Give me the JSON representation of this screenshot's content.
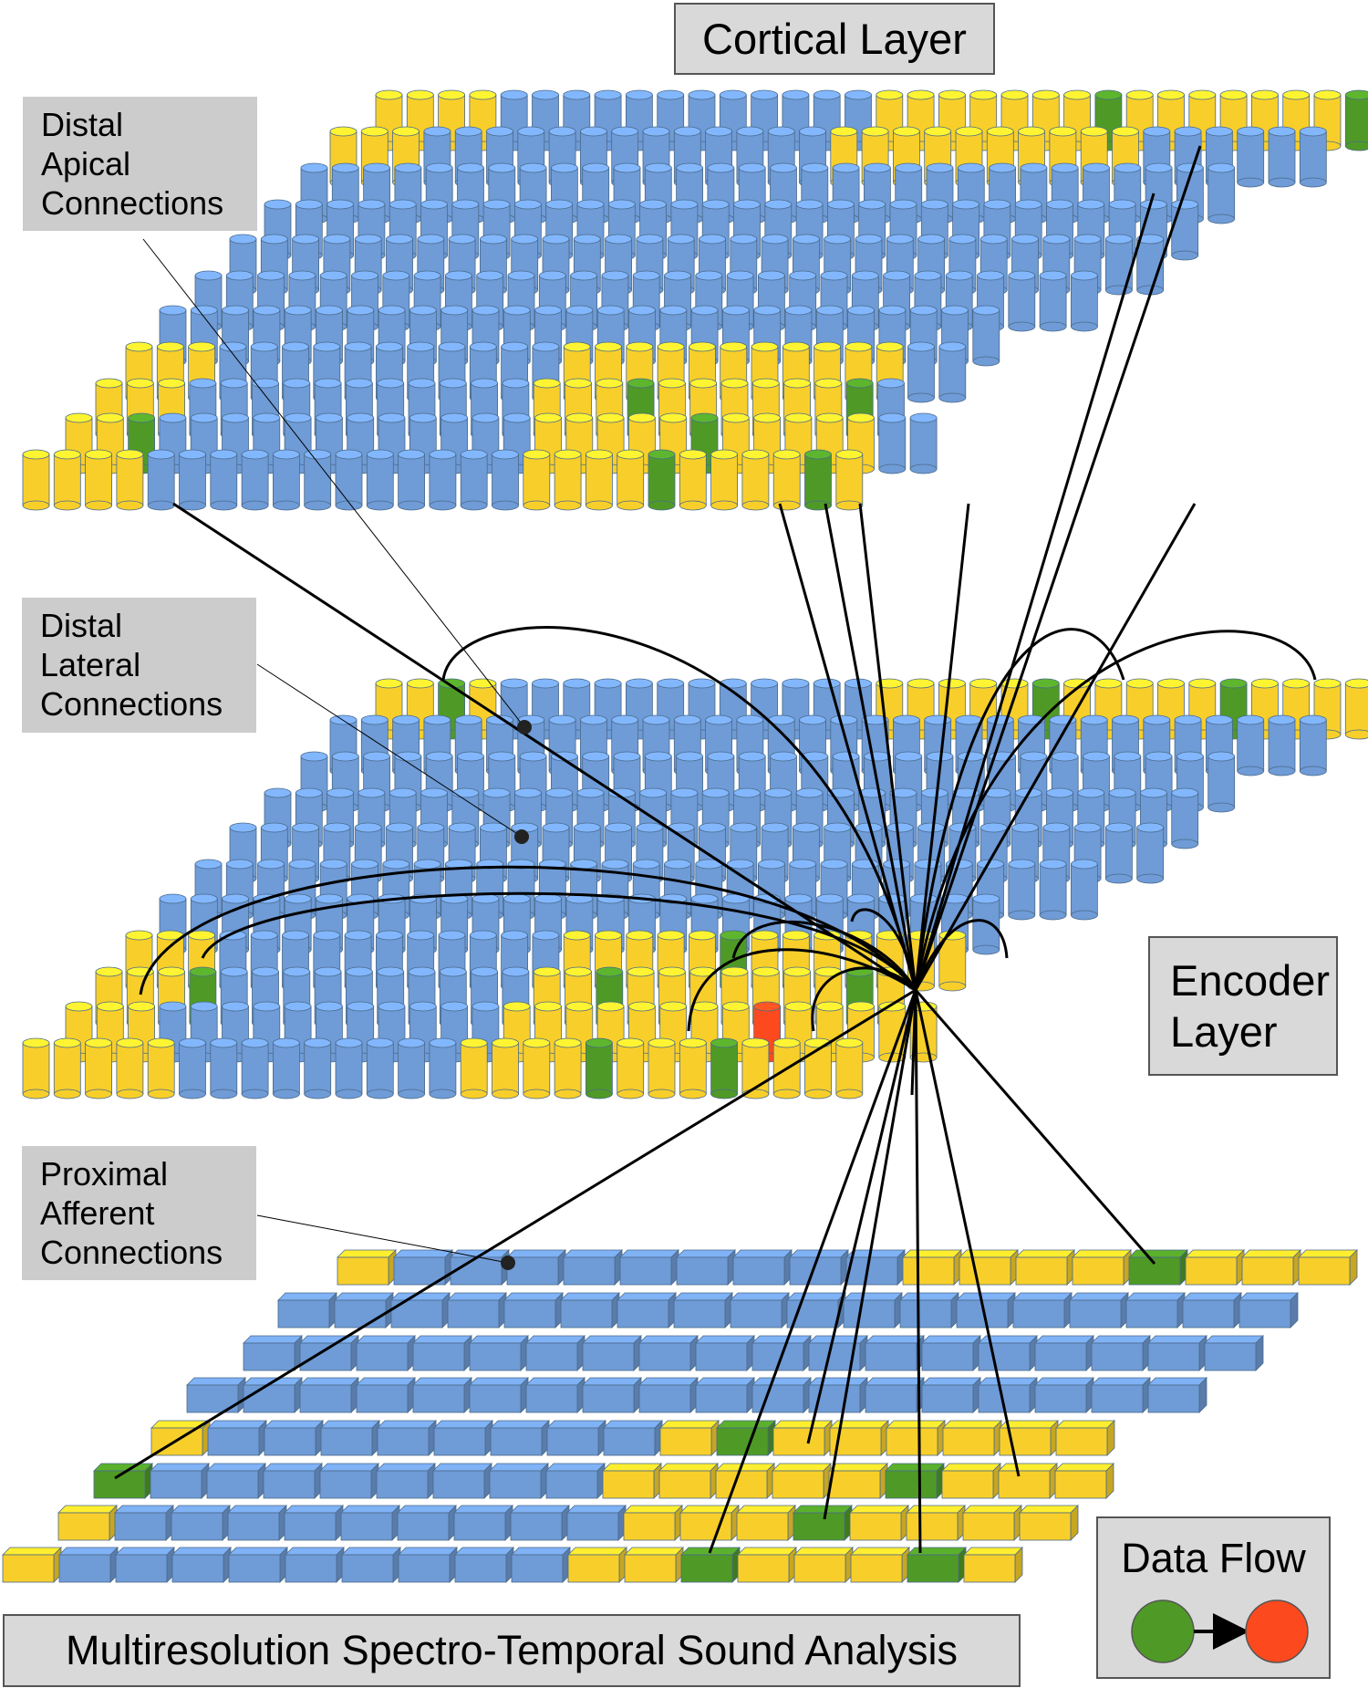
{
  "titles": {
    "cortical": "Cortical Layer",
    "encoder": [
      "Encoder",
      "Layer"
    ],
    "sound": "Multiresolution Spectro-Temporal Sound Analysis"
  },
  "labels": {
    "apical": [
      "Distal",
      "Apical",
      "Connections"
    ],
    "lateral": [
      "Distal",
      "Lateral",
      "Connections"
    ],
    "proximal": [
      "Proximal",
      "Afferent",
      "Connections"
    ]
  },
  "legend": {
    "title": "Data Flow"
  },
  "colors": {
    "inactive": "#6f9bd6",
    "predicted": "#f8cf2a",
    "active": "#4f9a26",
    "target": "#fc4a1e",
    "label_bg": "#cccccc",
    "title_bg": "#d9d9d9"
  }
}
